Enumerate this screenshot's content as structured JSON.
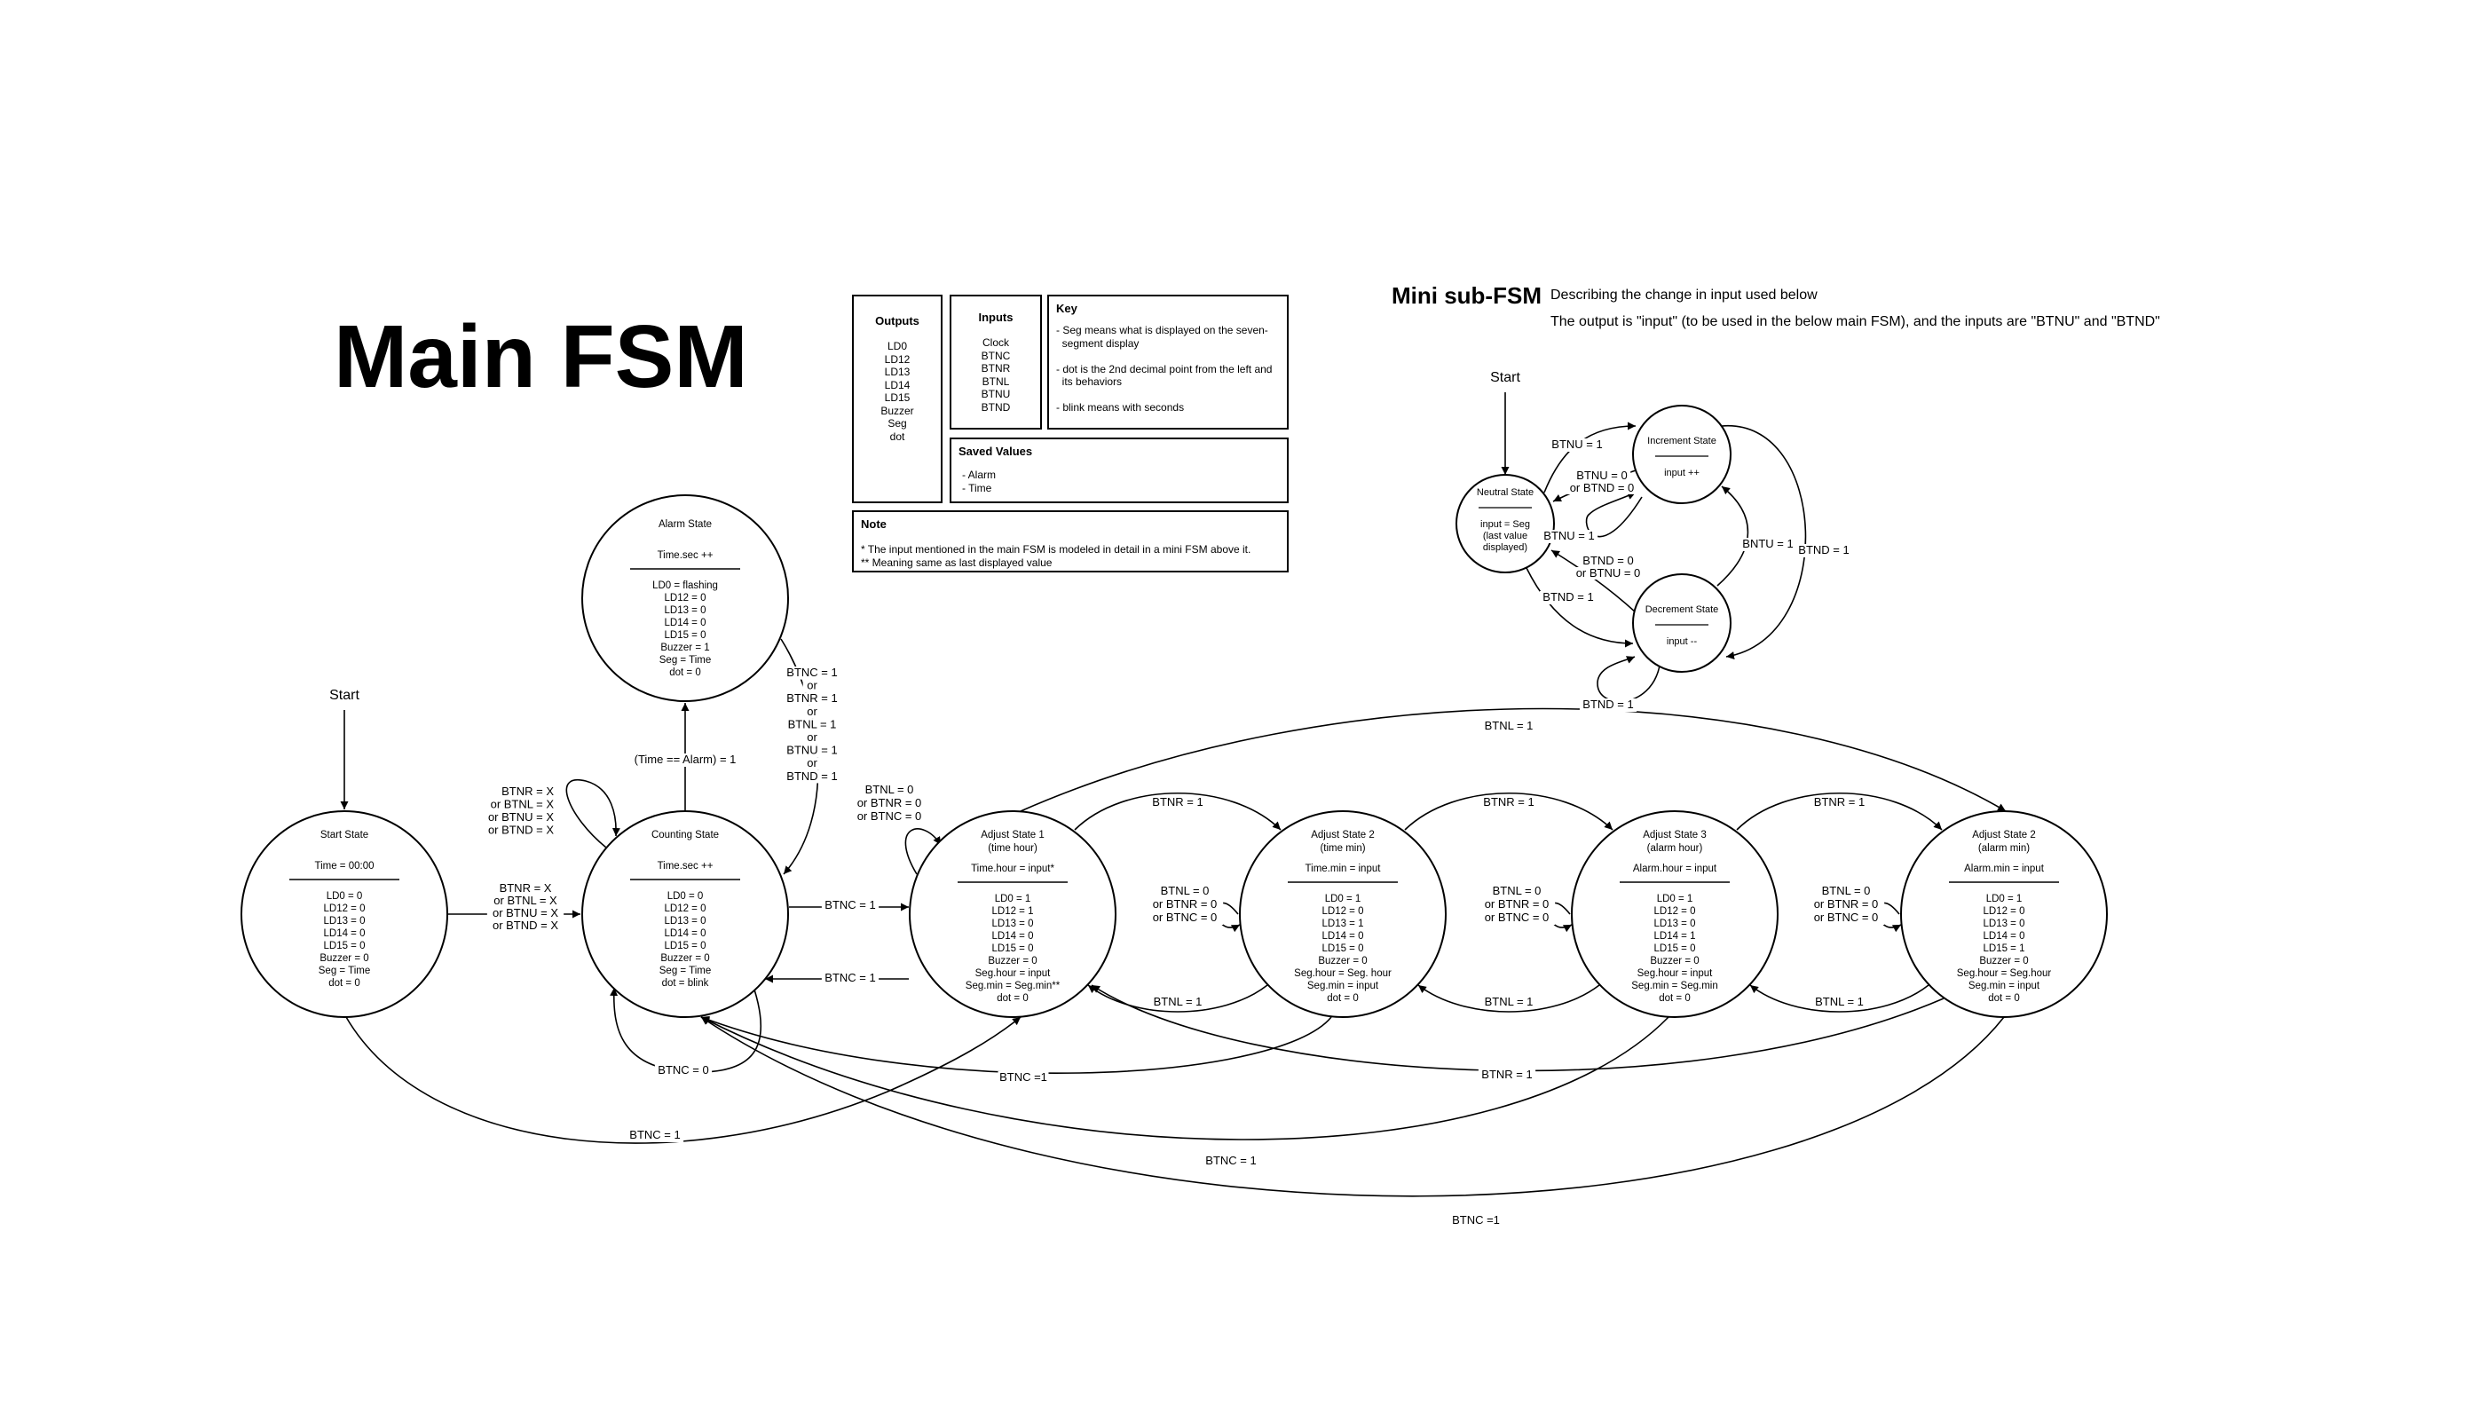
{
  "title": "Main FSM",
  "legend": {
    "outputs": {
      "header": "Outputs",
      "items": [
        "LD0",
        "LD12",
        "LD13",
        "LD14",
        "LD15",
        "Buzzer",
        "Seg",
        "dot"
      ]
    },
    "inputs": {
      "header": "Inputs",
      "items": [
        "Clock",
        "BTNC",
        "BTNR",
        "BTNL",
        "BTNU",
        "BTND"
      ]
    },
    "key": {
      "header": "Key",
      "items": [
        "- Seg means what is displayed on the seven-",
        "  segment display",
        "",
        "- dot is the 2nd decimal point from the left and",
        "  its behaviors",
        "",
        "- blink means with seconds"
      ]
    },
    "saved": {
      "header": "Saved Values",
      "items": [
        "- Alarm",
        "- Time"
      ]
    },
    "note": {
      "header": "Note",
      "items": [
        "* The input mentioned in the main FSM is modeled in detail in a mini FSM above it.",
        "** Meaning same as last displayed value"
      ]
    }
  },
  "mini": {
    "title": "Mini sub-FSM",
    "desc1": "Describing the change in input used below",
    "desc2": "The output is \"input\" (to be used in the below main FSM), and the inputs are \"BTNU\" and \"BTND\"",
    "start": "Start",
    "states": [
      {
        "id": "neutral",
        "lines": [
          "Neutral State",
          "",
          "input = Seg",
          "(last value",
          "displayed)"
        ]
      },
      {
        "id": "increment",
        "lines": [
          "Increment State",
          "",
          "input ++"
        ]
      },
      {
        "id": "decrement",
        "lines": [
          "Decrement State",
          "",
          "input --"
        ]
      }
    ],
    "labels": {
      "btnu1_a": "BTNU = 1",
      "btnu0_btnd0_a": [
        "BTNU = 0",
        "or BTND = 0"
      ],
      "btnu1_b": "BTNU = 1",
      "btnd0_btnu0": [
        "BTND = 0",
        "or BTNU = 0"
      ],
      "btnd1_a": "BTND = 1",
      "bntu1": "BNTU = 1",
      "btnd1_b": "BTND = 1",
      "btnd1_c": "BTND = 1"
    }
  },
  "main": {
    "start": "Start",
    "states": [
      {
        "id": "start",
        "title": [
          "Start State"
        ],
        "action": "Time = 00:00",
        "outputs": [
          "LD0 = 0",
          "LD12 = 0",
          "LD13 = 0",
          "LD14 = 0",
          "LD15 = 0",
          "Buzzer = 0",
          "Seg = Time",
          "dot = 0"
        ]
      },
      {
        "id": "alarm",
        "title": [
          "Alarm State"
        ],
        "action": "Time.sec ++",
        "outputs": [
          "LD0 = flashing",
          "LD12 = 0",
          "LD13 = 0",
          "LD14 = 0",
          "LD15 = 0",
          "Buzzer = 1",
          "Seg = Time",
          "dot = 0"
        ]
      },
      {
        "id": "counting",
        "title": [
          "Counting State"
        ],
        "action": "Time.sec ++",
        "outputs": [
          "LD0 = 0",
          "LD12 = 0",
          "LD13 = 0",
          "LD14 = 0",
          "LD15 = 0",
          "Buzzer = 0",
          "Seg = Time",
          "dot = blink"
        ]
      },
      {
        "id": "adj1",
        "title": [
          "Adjust State 1",
          "(time hour)"
        ],
        "action": "Time.hour = input*",
        "outputs": [
          "LD0 = 1",
          "LD12 = 1",
          "LD13 = 0",
          "LD14 = 0",
          "LD15 = 0",
          "Buzzer = 0",
          "Seg.hour = input",
          "Seg.min = Seg.min**",
          "dot = 0"
        ]
      },
      {
        "id": "adj2",
        "title": [
          "Adjust State 2",
          "(time min)"
        ],
        "action": "Time.min = input",
        "outputs": [
          "LD0 = 1",
          "LD12 = 0",
          "LD13 = 1",
          "LD14 = 0",
          "LD15 = 0",
          "Buzzer = 0",
          "Seg.hour = Seg. hour",
          "Seg.min = input",
          "dot = 0"
        ]
      },
      {
        "id": "adj3",
        "title": [
          "Adjust State 3",
          "(alarm hour)"
        ],
        "action": "Alarm.hour = input",
        "outputs": [
          "LD0 = 1",
          "LD12 = 0",
          "LD13 = 0",
          "LD14 = 1",
          "LD15 = 0",
          "Buzzer = 0",
          "Seg.hour = input",
          "Seg.min = Seg.min",
          "dot = 0"
        ]
      },
      {
        "id": "adj4",
        "title": [
          "Adjust State 2",
          "(alarm min)"
        ],
        "action": "Alarm.min = input",
        "outputs": [
          "LD0 = 1",
          "LD12 = 0",
          "LD13 = 0",
          "LD14 = 0",
          "LD15 = 1",
          "Buzzer = 0",
          "Seg.hour = Seg.hour",
          "Seg.min = input",
          "dot = 0"
        ]
      }
    ],
    "labels": {
      "start_to_counting": [
        "BTNR = X",
        "or BTNL = X",
        "or BTNU = X",
        "or BTND = X"
      ],
      "counting_self_top": [
        "BTNR = X",
        "or BTNL = X",
        "or BTNU = X",
        "or BTND = X"
      ],
      "time_eq_alarm": "(Time == Alarm) = 1",
      "alarm_to_counting": [
        "BTNC = 1",
        "or",
        "BTNR = 1",
        "or",
        "BTNL = 1",
        "or",
        "BTNU = 1",
        "or",
        "BTND = 1"
      ],
      "counting_self_bottom": "BTNC = 0",
      "counting_to_adj1": "BTNC = 1",
      "adj1_to_counting": "BTNC = 1",
      "adj1_self": [
        "BTNL = 0",
        "or BTNR = 0",
        "or BTNC = 0"
      ],
      "adj1_to_adj2": "BTNR = 1",
      "adj2_to_adj1": "BTNL = 1",
      "adj2_self": [
        "BTNL = 0",
        "or BTNR = 0",
        "or BTNC = 0"
      ],
      "adj2_to_adj3": "BTNR = 1",
      "adj3_to_adj2": "BTNL = 1",
      "adj3_self": [
        "BTNL = 0",
        "or BTNR = 0",
        "or BTNC = 0"
      ],
      "adj3_to_adj4": "BTNR = 1",
      "adj4_to_adj3": "BTNL = 1",
      "adj4_self": [
        "BTNL = 0",
        "or BTNR = 0",
        "or BTNC = 0"
      ],
      "adj1_to_adj4": "BTNL = 1",
      "adj4_to_adj1": "BTNR = 1",
      "start_to_adj1": "BTNC = 1",
      "adj2_to_counting": "BTNC =1",
      "adj3_to_counting": "BTNC = 1",
      "adj4_to_counting": "BTNC =1"
    }
  }
}
